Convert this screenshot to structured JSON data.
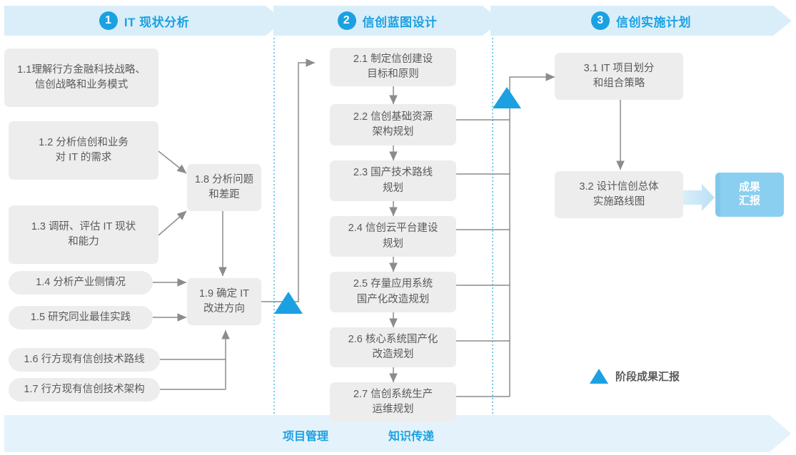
{
  "theme": {
    "accent": "#1BA1E2",
    "banner_fill": "#D9EEF9",
    "band_fill": "#E4F3FB",
    "box_fill": "#EDEDED",
    "box_text": "#5A5A5A",
    "connector": "#8C8C8C",
    "divider": "#3FB6E8",
    "chip_fill": "#8ACFF0",
    "chip_arrow": "#CCE9F8"
  },
  "phases": [
    {
      "num": "1",
      "label": "IT 现状分析"
    },
    {
      "num": "2",
      "label": "信创蓝图设计"
    },
    {
      "num": "3",
      "label": "信创实施计划"
    }
  ],
  "phase1_boxes": [
    {
      "id": "1.1",
      "lines": [
        "1.1理解行方金融科技战略、",
        "信创战略和业务模式"
      ]
    },
    {
      "id": "1.2",
      "lines": [
        "1.2 分析信创和业务",
        "对 IT 的需求"
      ]
    },
    {
      "id": "1.3",
      "lines": [
        "1.3 调研、评估 IT 现状",
        "和能力"
      ]
    },
    {
      "id": "1.4",
      "lines": [
        "1.4 分析产业侧情况"
      ]
    },
    {
      "id": "1.5",
      "lines": [
        "1.5 研究同业最佳实践"
      ]
    },
    {
      "id": "1.6",
      "lines": [
        "1.6 行方现有信创技术路线"
      ]
    },
    {
      "id": "1.7",
      "lines": [
        "1.7 行方现有信创技术架构"
      ]
    },
    {
      "id": "1.8",
      "lines": [
        "1.8 分析问题",
        "和差距"
      ]
    },
    {
      "id": "1.9",
      "lines": [
        "1.9 确定 IT",
        "改进方向"
      ]
    }
  ],
  "phase2_boxes": [
    {
      "id": "2.1",
      "lines": [
        "2.1 制定信创建设",
        "目标和原则"
      ]
    },
    {
      "id": "2.2",
      "lines": [
        "2.2 信创基础资源",
        "架构规划"
      ]
    },
    {
      "id": "2.3",
      "lines": [
        "2.3 国产技术路线",
        "规划"
      ]
    },
    {
      "id": "2.4",
      "lines": [
        "2.4 信创云平台建设",
        "规划"
      ]
    },
    {
      "id": "2.5",
      "lines": [
        "2.5 存量应用系统",
        "国产化改造规划"
      ]
    },
    {
      "id": "2.6",
      "lines": [
        "2.6 核心系统国产化",
        "改造规划"
      ]
    },
    {
      "id": "2.7",
      "lines": [
        "2.7 信创系统生产",
        "运维规划"
      ]
    }
  ],
  "phase3_boxes": [
    {
      "id": "3.1",
      "lines": [
        "3.1 IT 项目划分",
        "和组合策略"
      ]
    },
    {
      "id": "3.2",
      "lines": [
        "3.2 设计信创总体",
        "实施路线图"
      ]
    }
  ],
  "deliverable": {
    "lines": [
      "成果",
      "汇报"
    ]
  },
  "legend": {
    "label": "阶段成果汇报",
    "marker": "triangle-marker"
  },
  "band": {
    "labels": [
      "项目管理",
      "知识传递"
    ]
  }
}
